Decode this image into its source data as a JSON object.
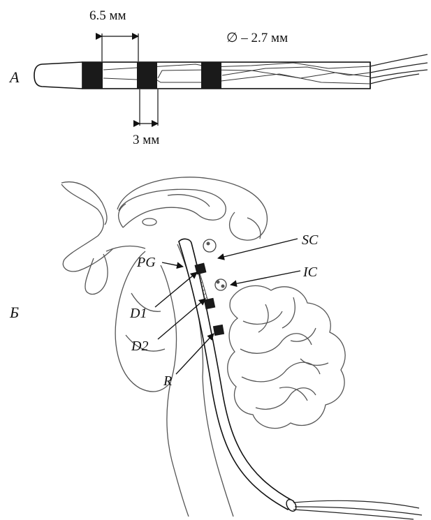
{
  "panel_a": {
    "letter": "А",
    "dimension_spacing": "6.5 мм",
    "dimension_contact_width": "3 мм",
    "diameter": "∅ – 2.7 мм"
  },
  "panel_b": {
    "letter": "Б",
    "labels": {
      "pg": "PG",
      "sc": "SC",
      "ic": "IC",
      "d1": "D1",
      "d2": "D2",
      "r": "R"
    }
  },
  "colors": {
    "ink": "#111111",
    "contact": "#1a1a1a",
    "sketch": "#555555"
  }
}
